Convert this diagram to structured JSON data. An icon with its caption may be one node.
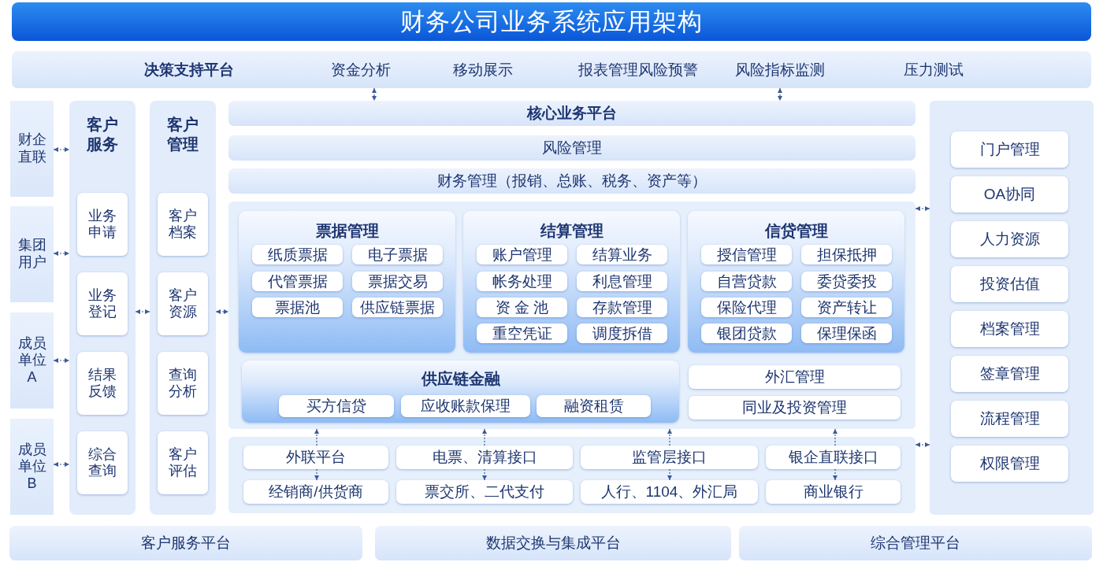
{
  "diagram": {
    "nodes": [
      {
        "text": [
          "决策支持平台",
          "资金分析",
          "移动展示",
          "报表管理风险预警",
          "风险指标监测",
          "压力测试"
        ]
      },
      {
        "text": [
          "财企直联"
        ]
      },
      {
        "text": [
          "集团用户"
        ]
      },
      {
        "text": [
          "成员单位A"
        ]
      },
      {
        "text": [
          "成员单位B"
        ]
      },
      {
        "text": [
          "客户服务"
        ]
      },
      {
        "text": [
          "业务申请"
        ],
        "in": 5
      },
      {
        "text": [
          "业务登记"
        ],
        "in": 5
      },
      {
        "text": [
          "结果反馈"
        ],
        "in": 5
      },
      {
        "text": [
          "综合查询"
        ],
        "in": 5
      },
      {
        "text": [
          "客户管理"
        ]
      },
      {
        "text": [
          "客户档案"
        ],
        "in": 10
      },
      {
        "text": [
          "客户资源"
        ],
        "in": 10
      },
      {
        "text": [
          "查询分析"
        ],
        "in": 10
      },
      {
        "text": [
          "客户评估"
        ],
        "in": 10
      },
      {
        "text": [
          "核心业务平台"
        ]
      },
      {
        "text": [
          "风险管理"
        ]
      },
      {
        "text": [
          "财务管理（报销、总账、税务、资产等）"
        ]
      },
      {
        "text": [],
        "shape": "box"
      },
      {
        "text": [
          "票据管理"
        ],
        "in": 18
      },
      {
        "text": [
          "纸质票据"
        ],
        "in": 19
      },
      {
        "text": [
          "电子票据"
        ],
        "in": 19
      },
      {
        "text": [
          "代管票据"
        ],
        "in": 19
      },
      {
        "text": [
          "票据交易"
        ],
        "in": 19
      },
      {
        "text": [
          "票据池"
        ],
        "in": 19
      },
      {
        "text": [
          "供应链票据"
        ],
        "in": 19
      },
      {
        "text": [
          "结算管理"
        ],
        "in": 18
      },
      {
        "text": [
          "账户管理"
        ],
        "in": 26
      },
      {
        "text": [
          "结算业务"
        ],
        "in": 26
      },
      {
        "text": [
          "帐务处理"
        ],
        "in": 26
      },
      {
        "text": [
          "利息管理"
        ],
        "in": 26
      },
      {
        "text": [
          "资 金 池"
        ],
        "in": 26
      },
      {
        "text": [
          "存款管理"
        ],
        "in": 26
      },
      {
        "text": [
          "重空凭证"
        ],
        "in": 26
      },
      {
        "text": [
          "调度拆借"
        ],
        "in": 26
      },
      {
        "text": [
          "信贷管理"
        ],
        "in": 18
      },
      {
        "text": [
          "授信管理"
        ],
        "in": 35
      },
      {
        "text": [
          "担保抵押"
        ],
        "in": 35
      },
      {
        "text": [
          "自营贷款"
        ],
        "in": 35
      },
      {
        "text": [
          "委贷委投"
        ],
        "in": 35
      },
      {
        "text": [
          "保险代理"
        ],
        "in": 35
      },
      {
        "text": [
          "资产转让"
        ],
        "in": 35
      },
      {
        "text": [
          "银团贷款"
        ],
        "in": 35
      },
      {
        "text": [
          "保理保函"
        ],
        "in": 35
      },
      {
        "text": [
          "供应链金融"
        ],
        "in": 18
      },
      {
        "text": [
          "买方信贷"
        ],
        "in": 44
      },
      {
        "text": [
          "应收账款保理"
        ],
        "in": 44
      },
      {
        "text": [
          "融资租赁"
        ],
        "in": 44
      },
      {
        "text": [
          "外汇管理"
        ],
        "in": 18
      },
      {
        "text": [
          "同业及投资管理"
        ],
        "in": 18
      },
      {
        "text": [],
        "shape": "box"
      },
      {
        "text": [
          "外联平台"
        ],
        "in": 50
      },
      {
        "text": [
          "电票、清算接口"
        ],
        "in": 50
      },
      {
        "text": [
          "监管层接口"
        ],
        "in": 50
      },
      {
        "text": [
          "银企直联接口"
        ],
        "in": 50
      },
      {
        "text": [
          "经销商/供货商"
        ],
        "in": 50
      },
      {
        "text": [
          "票交所、二代支付"
        ],
        "in": 50
      },
      {
        "text": [
          "人行、1104、外汇局"
        ],
        "in": 50
      },
      {
        "text": [
          "商业银行"
        ],
        "in": 50
      },
      {
        "text": [],
        "shape": "box"
      },
      {
        "text": [
          "门户管理"
        ],
        "in": 59
      },
      {
        "text": [
          "OA协同"
        ],
        "in": 59
      },
      {
        "text": [
          "人力资源"
        ],
        "in": 59
      },
      {
        "text": [
          "投资估值"
        ],
        "in": 59
      },
      {
        "text": [
          "档案管理"
        ],
        "in": 59
      },
      {
        "text": [
          "签章管理"
        ],
        "in": 59
      },
      {
        "text": [
          "流程管理"
        ],
        "in": 59
      },
      {
        "text": [
          "权限管理"
        ],
        "in": 59
      },
      {
        "text": [
          "客户服务平台"
        ]
      },
      {
        "text": [
          "数据交换与集成平台"
        ]
      },
      {
        "text": [
          "综合管理平台"
        ]
      },
      {
        "text": [
          "财务公司业务系统应用架构"
        ]
      }
    ],
    "edges": [
      {
        "from": 0,
        "to": 15,
        "arrow": "both"
      },
      {
        "from": 0,
        "to": 15,
        "arrow": "both"
      },
      {
        "from": 1,
        "to": 5,
        "arrow": "both"
      },
      {
        "from": 2,
        "to": 5,
        "arrow": "both"
      },
      {
        "from": 3,
        "to": 5,
        "arrow": "both"
      },
      {
        "from": 4,
        "to": 5,
        "arrow": "both"
      },
      {
        "from": 5,
        "to": 10,
        "arrow": "both"
      },
      {
        "from": 10,
        "to": 18,
        "arrow": "both"
      },
      {
        "from": 59,
        "to": 18,
        "arrow": "both"
      },
      {
        "from": 59,
        "to": 50,
        "arrow": "both"
      },
      {
        "from": 51,
        "to": 18,
        "arrow": "to"
      },
      {
        "from": 51,
        "to": 55,
        "arrow": "to"
      },
      {
        "from": 52,
        "to": 18,
        "arrow": "to"
      },
      {
        "from": 52,
        "to": 56,
        "arrow": "to"
      },
      {
        "from": 53,
        "to": 18,
        "arrow": "to"
      },
      {
        "from": 53,
        "to": 57,
        "arrow": "to"
      },
      {
        "from": 54,
        "to": 18,
        "arrow": "to"
      },
      {
        "from": 54,
        "to": 58,
        "arrow": "to"
      }
    ]
  }
}
